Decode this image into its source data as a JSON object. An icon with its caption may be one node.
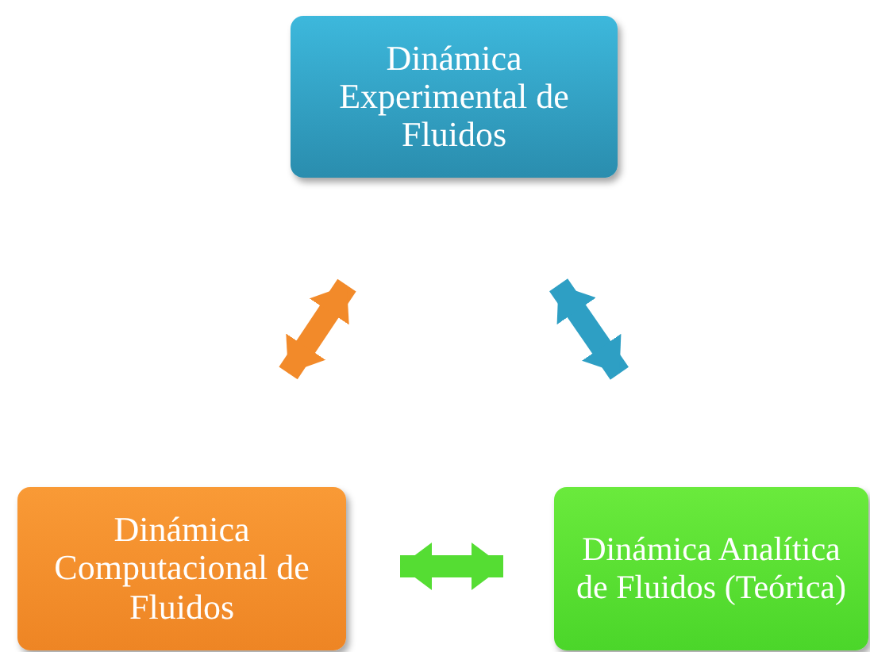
{
  "diagram": {
    "nodes": [
      {
        "text": [
          "Dinámica Experimental de Fluidos"
        ]
      },
      {
        "text": [
          "Dinámica Computacional de Fluidos"
        ]
      },
      {
        "text": [
          "Dinámica Analítica de Fluidos (Teórica)"
        ]
      }
    ],
    "edges": [
      {
        "from": 0,
        "to": 1,
        "arrow": "both",
        "color": "#f28a2a"
      },
      {
        "from": 0,
        "to": 2,
        "arrow": "both",
        "color": "#2e9fc4"
      },
      {
        "from": 1,
        "to": 2,
        "arrow": "both",
        "color": "#55dd33"
      }
    ]
  }
}
